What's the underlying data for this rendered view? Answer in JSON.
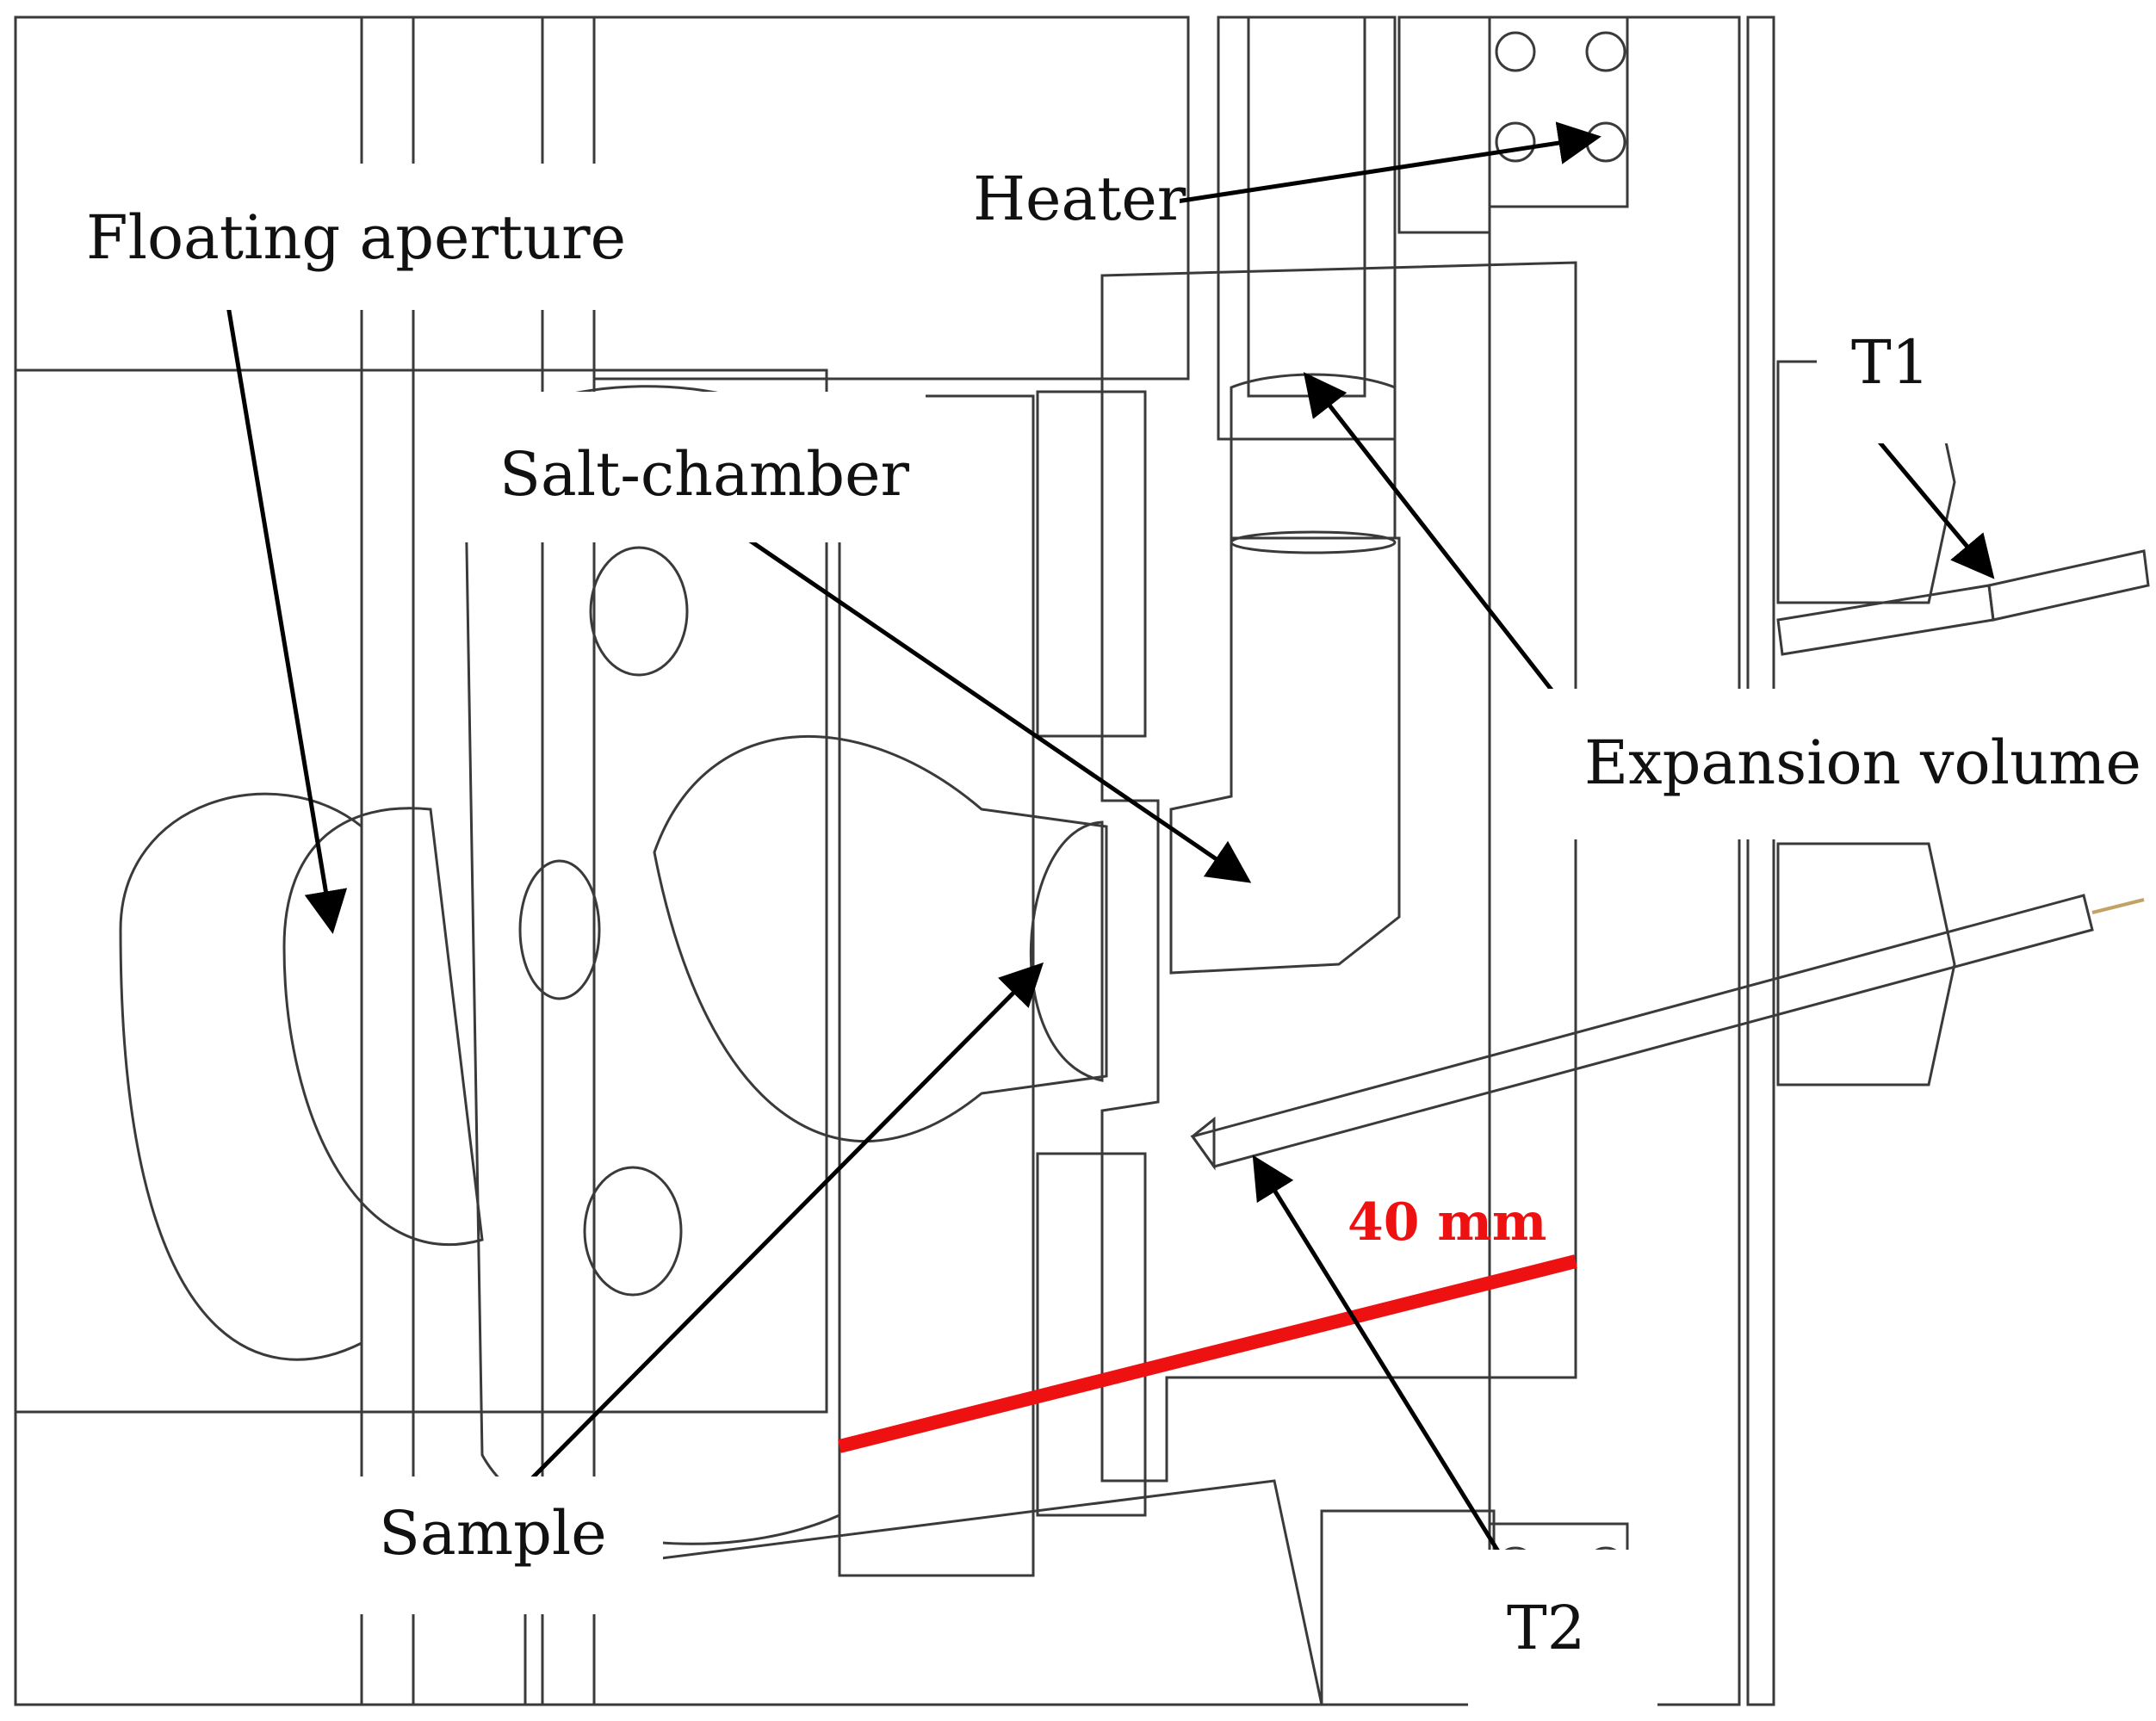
{
  "labels": {
    "floating_aperture": "Floating aperture",
    "heater": "Heater",
    "salt_chamber": "Salt-chamber",
    "t1": "T1",
    "expansion_volume": "Expansion volume",
    "sample": "Sample",
    "t2": "T2"
  },
  "dimension": {
    "text": "40 mm",
    "color": "#ee1111"
  },
  "colors": {
    "green_hatch": "#d6ee9e",
    "cyan_hatch": "#95eaf2",
    "pink_hatch": "#f8c2ec",
    "tan_hatch": "#f7dfae",
    "orange_hatch": "#f2b89d",
    "yellow_hatch": "#ecefa4",
    "red_hatch": "#f09ab5",
    "metal": "#b7b2a6",
    "sample_green": "#3f7d4a"
  }
}
